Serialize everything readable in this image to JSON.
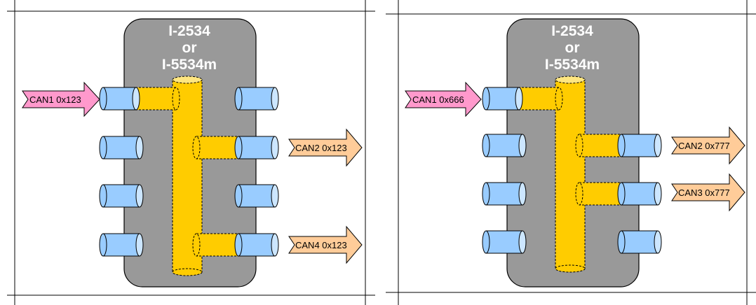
{
  "colors": {
    "device_body": "#999999",
    "pipe": "#FFCC00",
    "pipe_top": "#FFE680",
    "port": "#99CCFF",
    "port_cap": "#CCE6FF",
    "input_arrow": "#FF99CC",
    "output_arrow": "#FFCC99",
    "title_text": "#ffffff",
    "border": "#000000"
  },
  "panels": [
    {
      "title_lines": [
        "I-2534",
        "or",
        "I-5534m"
      ],
      "input": {
        "label": "CAN1 0x123"
      },
      "outputs": [
        {
          "label": "CAN2 0x123"
        },
        {
          "label": "CAN4 0x123"
        }
      ]
    },
    {
      "title_lines": [
        "I-2534",
        "or",
        "I-5534m"
      ],
      "input": {
        "label": "CAN1 0x666"
      },
      "outputs": [
        {
          "label": "CAN2 0x777"
        },
        {
          "label": "CAN3 0x777"
        }
      ]
    }
  ]
}
